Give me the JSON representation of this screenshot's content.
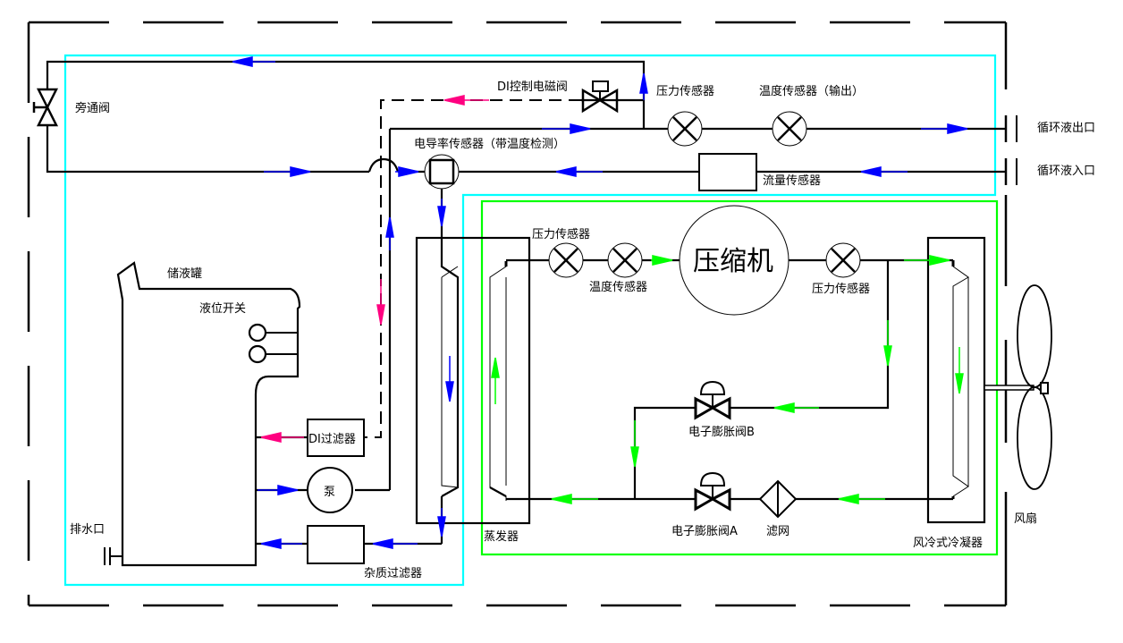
{
  "diagram": {
    "title": "",
    "colors": {
      "water_loop": "#0000ff",
      "refrigerant_loop": "#00ff00",
      "di_branch": "#ff0080",
      "water_module_border": "#00ffff",
      "refrigeration_module_border": "#00ff00"
    },
    "labels": {
      "bypass_valve": "旁通阀",
      "di_solenoid_valve": "DI控制电磁阀",
      "pressure_sensor_water": "压力传感器",
      "temp_sensor_output": "温度传感器（输出）",
      "conductivity_sensor": "电导率传感器（带温度检测）",
      "flow_sensor": "流量传感器",
      "coolant_outlet": "循环液出口",
      "coolant_inlet": "循环液入口",
      "reservoir": "储液罐",
      "level_switch": "液位开关",
      "di_filter": "DI过滤器",
      "pump": "泵",
      "drain": "排水口",
      "impurity_filter": "杂质过滤器",
      "evaporator": "蒸发器",
      "pressure_sensor_suction": "压力传感器",
      "temp_sensor_suction": "温度传感器",
      "compressor": "压缩机",
      "pressure_sensor_discharge": "压力传感器",
      "exv_b": "电子膨胀阀B",
      "exv_a": "电子膨胀阀A",
      "strainer": "滤网",
      "condenser": "风冷式冷凝器",
      "fan": "风扇"
    }
  }
}
